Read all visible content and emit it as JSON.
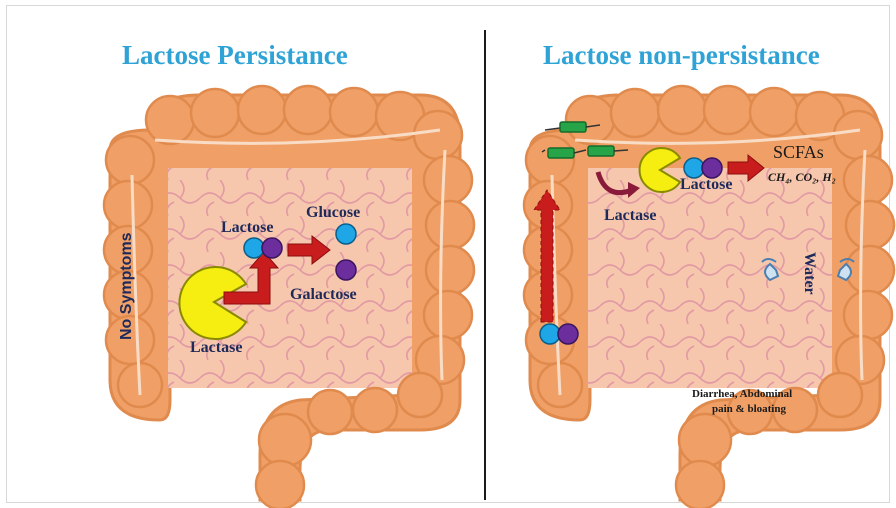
{
  "left_panel": {
    "title": "Lactose Persistance",
    "side_label": "No Symptoms",
    "lactose_label": "Lactose",
    "glucose_label": "Glucose",
    "galactose_label": "Galactose",
    "lactase_label": "Lactase"
  },
  "right_panel": {
    "title": "Lactose non-persistance",
    "lactase_label": "Lactase",
    "lactose_label": "Lactose",
    "scfa_label": "SCFAs",
    "gases_label": "CH₄, CO₂, H₂",
    "water_label": "Water",
    "symptoms_line1": "Diarrhea, Abdominal",
    "symptoms_line2": "pain & bloating"
  },
  "colors": {
    "title": "#2fa3d6",
    "intestine_outer": "#f0a066",
    "intestine_inner": "#f6c6ad",
    "glucose": "#1ea6e6",
    "galactose": "#6b2e9c",
    "lactase": "#f5ee10",
    "arrow": "#c91c1c",
    "bacteria": "#28a448"
  }
}
